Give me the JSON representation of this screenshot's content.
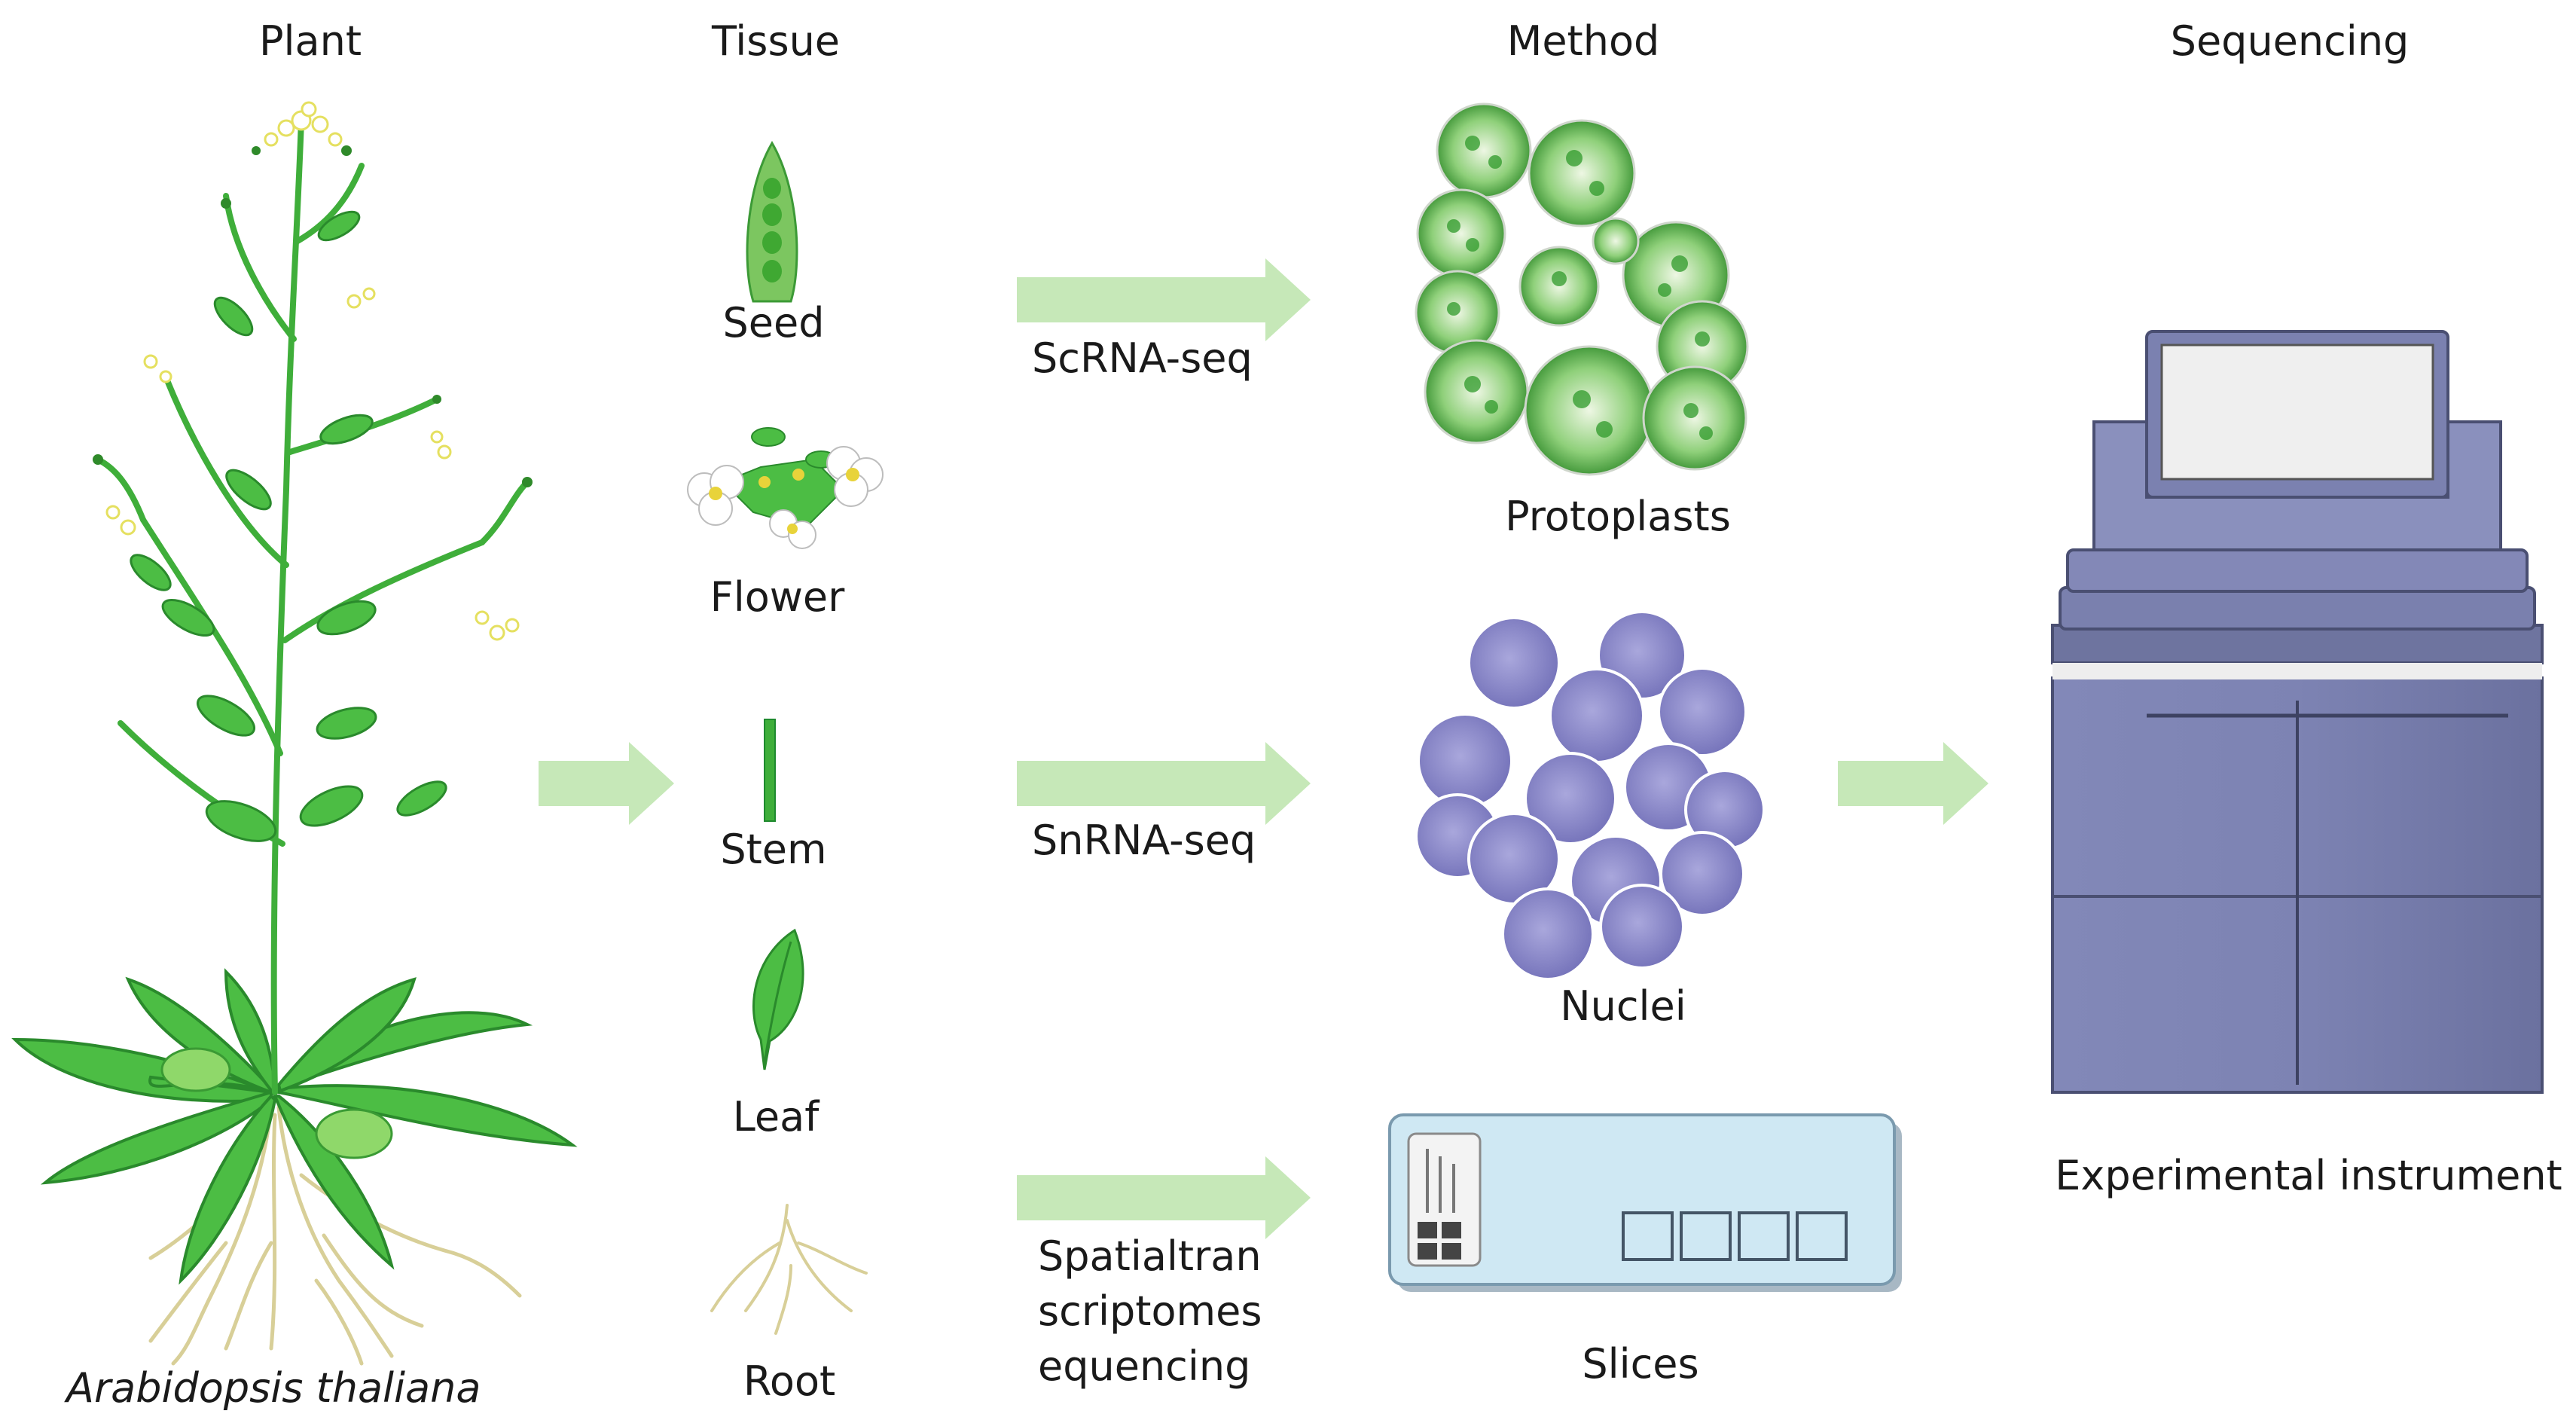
{
  "headers": {
    "plant": "Plant",
    "tissue": "Tissue",
    "method": "Method",
    "sequencing": "Sequencing"
  },
  "plant": {
    "species": "Arabidopsis thaliana"
  },
  "tissues": [
    {
      "label": "Seed",
      "icon": "seed-icon"
    },
    {
      "label": "Flower",
      "icon": "flower-icon"
    },
    {
      "label": "Stem",
      "icon": "stem-icon"
    },
    {
      "label": "Leaf",
      "icon": "leaf-icon"
    },
    {
      "label": "Root",
      "icon": "root-icon"
    }
  ],
  "methods": [
    {
      "label": "ScRNA-seq",
      "result": "Protoplasts"
    },
    {
      "label": "SnRNA-seq",
      "result": "Nuclei"
    },
    {
      "label_lines": [
        "Spatialtran",
        "scriptomes",
        "equencing"
      ],
      "result": "Slices"
    }
  ],
  "sequencing": {
    "instrument": "Experimental instrument"
  },
  "colors": {
    "arrow": "#c6e8b8",
    "leaf_green": "#3bb54a",
    "dark_green": "#1e8a2e",
    "protoplast_green": "#4cae3c",
    "nuclei_purple": "#8c8acb",
    "slide_blue": "#cfe8f3",
    "instrument_blue": "#7c82b2",
    "root_tan": "#d9cf9a"
  }
}
